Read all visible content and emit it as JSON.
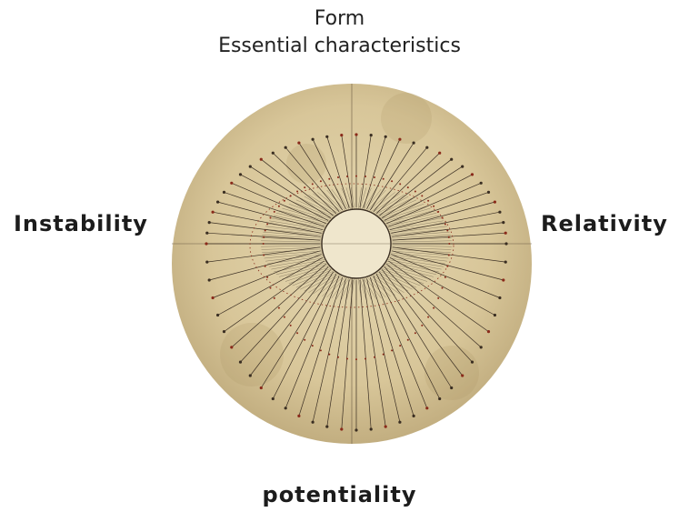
{
  "top": {
    "line1": "Form",
    "line2": "Essential characteristics"
  },
  "left_label": "Instability",
  "right_label": "Relativity",
  "bottom_label": "potentiality",
  "colors": {
    "disc": "#d9c99e",
    "disc_edge": "#b9a477",
    "ink": "#3a2e22",
    "red_ink": "#8a2a1a",
    "hub": "#efe6cc"
  }
}
